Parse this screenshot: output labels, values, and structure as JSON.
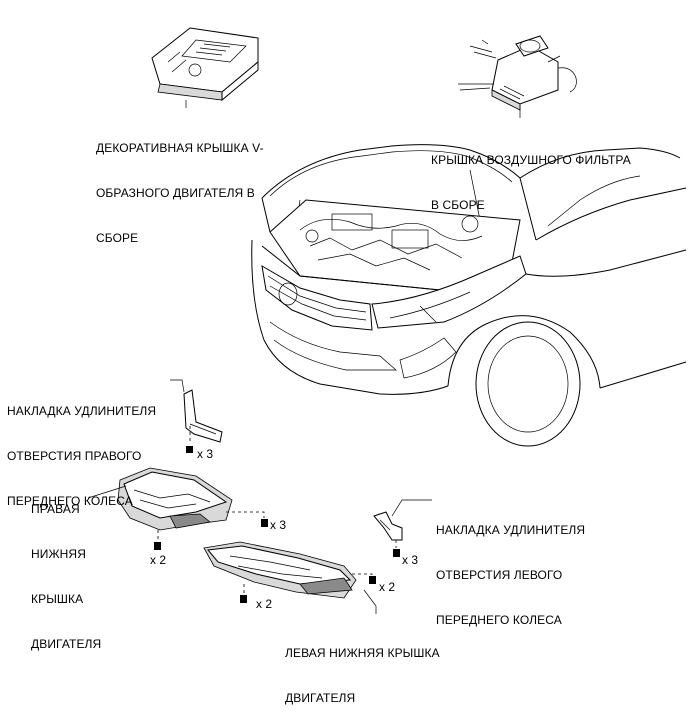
{
  "labels": {
    "engine_cover": [
      "ДЕКОРАТИВНАЯ КРЫШКА V-",
      "ОБРАЗНОГО ДВИГАТЕЛЯ В",
      "СБОРЕ"
    ],
    "air_filter_cover": [
      "КРЫШКА ВОЗДУШНОГО ФИЛЬТРА",
      "В СБОРЕ"
    ],
    "right_extension_cover": [
      "НАКЛАДКА УДЛИНИТЕЛЯ",
      "ОТВЕРСТИЯ ПРАВОГО",
      "ПЕРЕДНЕГО КОЛЕСА"
    ],
    "left_extension_cover": [
      "НАКЛАДКА УДЛИНИТЕЛЯ",
      "ОТВЕРСТИЯ ЛЕВОГО",
      "ПЕРЕДНЕГО КОЛЕСА"
    ],
    "right_under_cover": [
      "ПРАВАЯ",
      "НИЖНЯЯ",
      "КРЫШКА",
      "ДВИГАТЕЛЯ"
    ],
    "left_under_cover": [
      "ЛЕВАЯ НИЖНЯЯ КРЫШКА",
      "ДВИГАТЕЛЯ"
    ]
  },
  "quantities": {
    "right_extension_bolts": "x 3",
    "right_under_front_bolts": "x 2",
    "right_under_mid_bolts": "x 3",
    "left_extension_bolts": "x 3",
    "left_under_right_bolts": "x 2",
    "left_under_front_bolts": "x 2"
  }
}
